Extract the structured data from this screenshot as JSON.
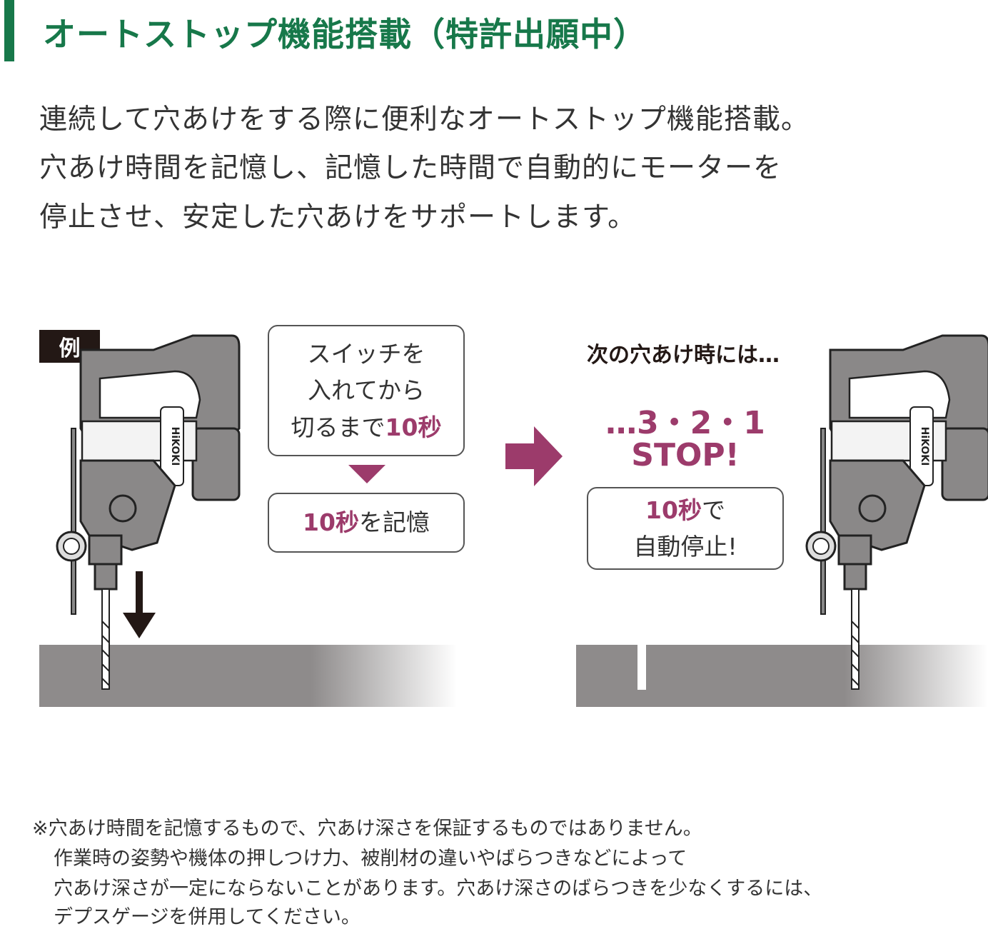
{
  "colors": {
    "accent_green": "#17784a",
    "accent_magenta": "#9c3b6b",
    "text": "#333333",
    "ground": "#8e8b8b"
  },
  "title": "オートストップ機能搭載（特許出願中）",
  "intro_lines": [
    "連続して穴あけをする際に便利なオートストップ機能搭載。",
    "穴あけ時間を記憶し、記憶した時間で自動的にモーターを",
    "停止させ、安定した穴あけをサポートします。"
  ],
  "example": {
    "label": "例",
    "box1": {
      "line1": "スイッチを",
      "line2": "入れてから",
      "line3_prefix": "切るまで",
      "line3_highlight": "10秒"
    },
    "box2": {
      "highlight": "10秒",
      "suffix": "を記憶"
    }
  },
  "next": {
    "heading": "次の穴あけ時には…",
    "countdown": "…3・2・1",
    "stop": "STOP!",
    "box3": {
      "highlight": "10秒",
      "suffix": "で",
      "line2": "自動停止!"
    }
  },
  "drill_brand": "HiKOKI",
  "icons": {
    "down-arrow": "down-arrow-icon",
    "right-arrow": "right-arrow-icon",
    "triangle": "triangle-down-icon"
  },
  "footnote_lines": [
    "※穴あけ時間を記憶するもので、穴あけ深さを保証するものではありません。",
    "作業時の姿勢や機体の押しつけ力、被削材の違いやばらつきなどによって",
    "穴あけ深さが一定にならないことがあります。穴あけ深さのばらつきを少なくするには、",
    "デプスゲージを併用してください。"
  ]
}
